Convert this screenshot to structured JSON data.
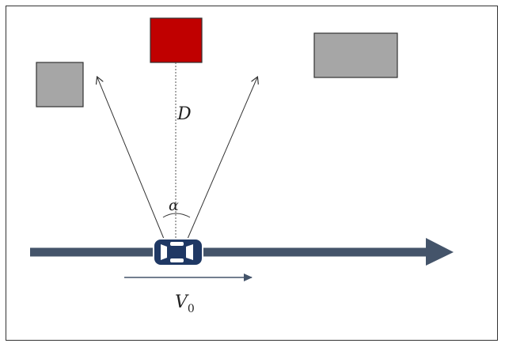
{
  "diagram": {
    "distance_label": "D",
    "angle_label": "α",
    "velocity_label": "V",
    "velocity_subscript": "0",
    "colors": {
      "target_red": "#c00000",
      "obstacle_gray": "#a6a6a6",
      "road_arrow": "#44546a",
      "car_body": "#1f3864",
      "car_glass": "#ffffff",
      "line": "#333333"
    },
    "icons": {
      "vehicle": "car-top-view-icon"
    }
  }
}
